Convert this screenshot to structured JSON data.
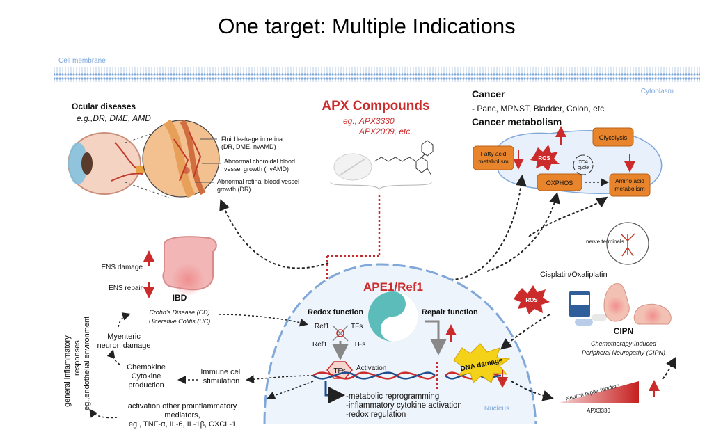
{
  "title": "One target: Multiple Indications",
  "membrane": {
    "cell_membrane": "Cell membrane",
    "cytoplasm": "Cytoplasm",
    "nucleus": "Nucleus"
  },
  "ocular": {
    "heading": "Ocular diseases",
    "examples": "e.g.,DR, DME, AMD",
    "callout1_line1": "Fluid leakage in retina",
    "callout1_line2": "(DR, DME, nvAMD)",
    "callout2_line1": "Abnormal choroidal blood",
    "callout2_line2": "vessel growth (nvAMD)",
    "callout3_line1": "Abnormal retinal blood vessel",
    "callout3_line2": "growth (DR)"
  },
  "apx": {
    "heading": "APX Compounds",
    "eg_line1": "eg., APX3330",
    "eg_line2": "APX2009, etc."
  },
  "cancer": {
    "heading": "Cancer",
    "types": "- Panc, MPNST, Bladder, Colon, etc.",
    "metabolism_heading": "Cancer metabolism",
    "fatty_acid_line1": "Fatty acid",
    "fatty_acid_line2": "metabolism",
    "ros": "ROS",
    "glycolysis": "Glycolysis",
    "tca_line1": "TCA",
    "tca_line2": "cycle",
    "oxphos": "OXPHOS",
    "amino_line1": "Amino acid",
    "amino_line2": "metabolism"
  },
  "ibd": {
    "ens_damage": "ENS damage",
    "ens_repair": "ENS repair",
    "heading": "IBD",
    "crohns": "Crohn's Disease (CD)",
    "uc": "Ulcerative Colitis (UC)"
  },
  "inflammation": {
    "vertical_line1": "general inflammatory",
    "vertical_line2": "responses",
    "vertical_line3": "eg.,endothelial environment",
    "myenteric_line1": "Myenteric",
    "myenteric_line2": "neuron damage",
    "chemokine_line1": "Chemokine",
    "chemokine_line2": "Cytokine",
    "chemokine_line3": "production",
    "immune_line1": "Immune cell",
    "immune_line2": "stimulation",
    "activation_line1": "activation other proinflammatory",
    "activation_line2": "mediators,",
    "activation_line3": "eg., TNF-α, IL-6, IL-1β, CXCL-1"
  },
  "ape1": {
    "heading": "APE1/Ref1",
    "redox_function": "Redox function",
    "repair_function": "Repair function",
    "ref1_a": "Ref1",
    "tfs_a": "TFs",
    "ref1_b": "Ref1",
    "tfs_b": "TFs",
    "tfs_hex": "TFs",
    "activation": "Activation",
    "dna_damage": "DNA damage",
    "effect1": "-metabolic reprogramming",
    "effect2": "-inflammatory cytokine activation",
    "effect3": "-redox regulation"
  },
  "cipn": {
    "nerve_terminals": "nerve terminals",
    "cisplatin": "Cisplatin/Oxaliplatin",
    "ros": "ROS",
    "heading": "CIPN",
    "desc_line1": "Chemotherapy-Induced",
    "desc_line2": "Peripheral Neuropathy (CIPN)",
    "neuron_repair": "Neuron repair function",
    "apx3330": "APX3330"
  },
  "colors": {
    "red": "#cc2b2b",
    "orange": "#e8852c",
    "teal": "#5bbcb9",
    "membrane_blue": "#7fa7d9",
    "nucleus_fill": "#eef4fb",
    "dna_yellow": "#f4d21a"
  }
}
